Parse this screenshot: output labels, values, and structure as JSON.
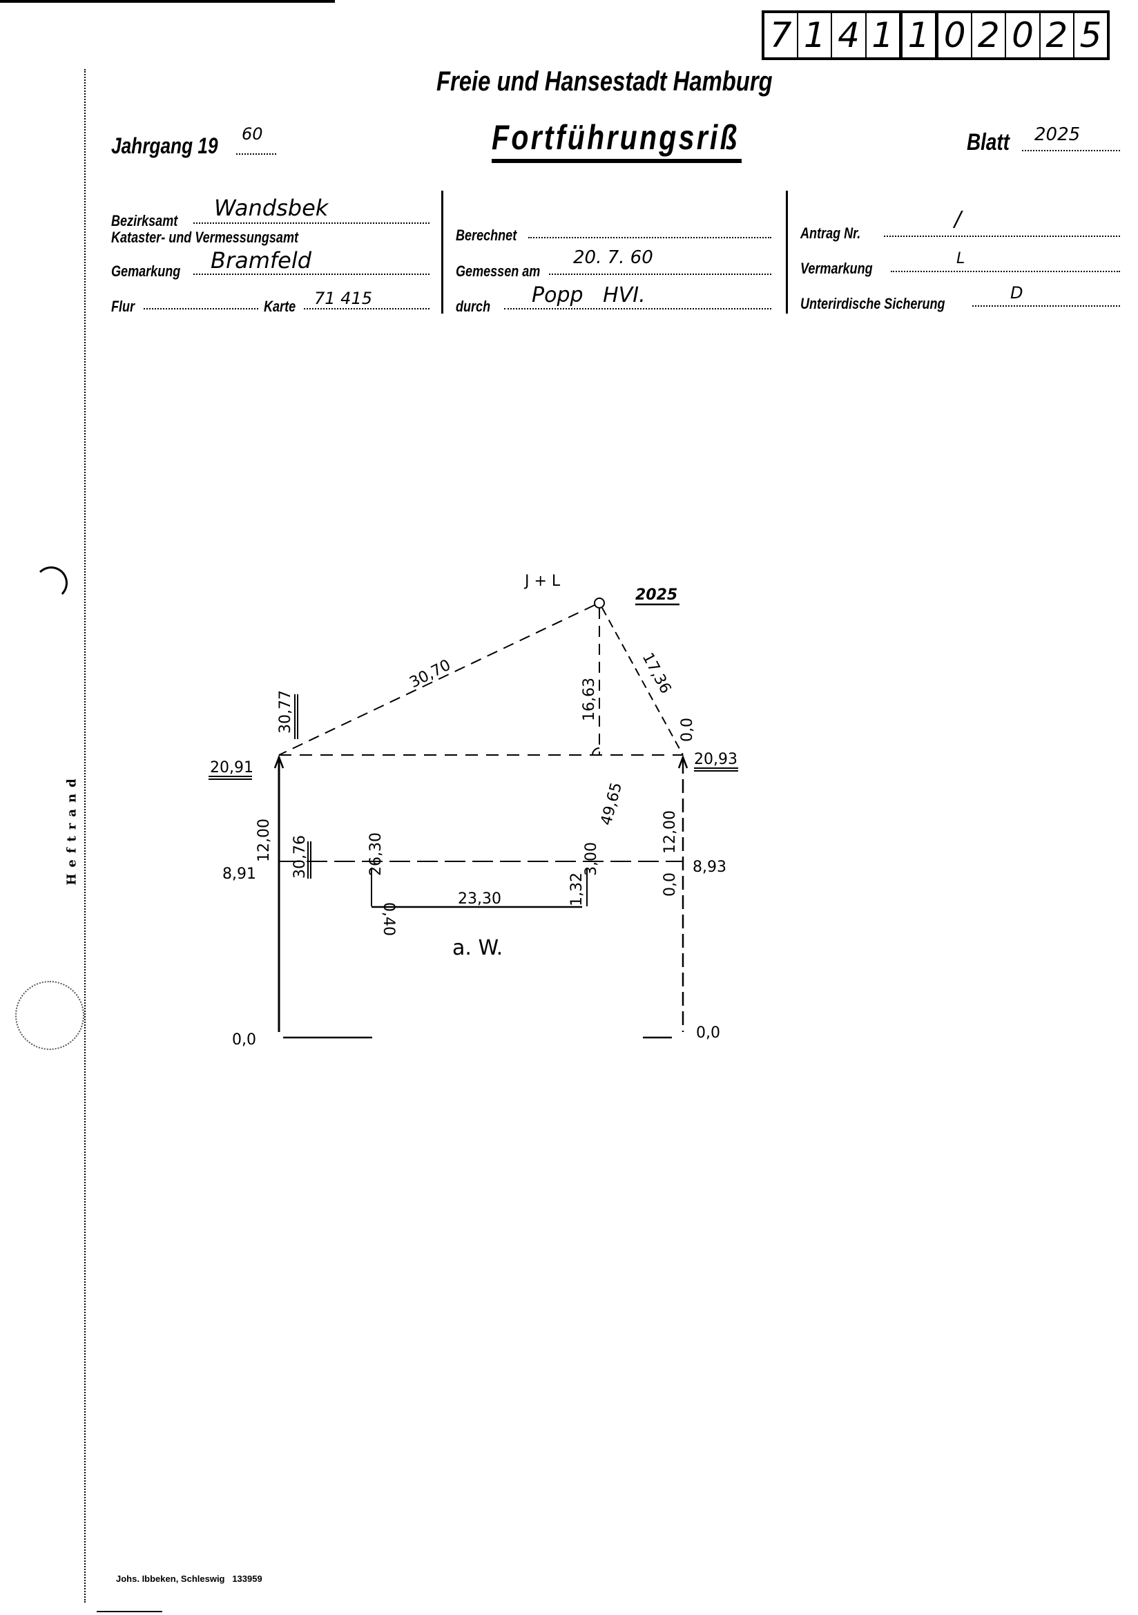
{
  "sheet_number_digits": [
    "7",
    "1",
    "4",
    "1",
    "1",
    "0",
    "2",
    "0",
    "2",
    "5"
  ],
  "header": {
    "authority": "Freie und Hansestadt Hamburg",
    "title": "Fortführungsriß",
    "jahrgang_label": "Jahrgang 19",
    "jahrgang_value": "60",
    "blatt_label": "Blatt",
    "blatt_value": "2025"
  },
  "form": {
    "bezirksamt_label": "Bezirksamt",
    "bezirksamt_value": "Wandsbek",
    "kataster_label": "Kataster- und Vermessungsamt",
    "gemarkung_label": "Gemarkung",
    "gemarkung_value": "Bramfeld",
    "flur_label": "Flur",
    "karte_label": "Karte",
    "karte_value": "71 415",
    "berechnet_label": "Berechnet",
    "gemessen_label": "Gemessen am",
    "gemessen_value": "20. 7. 60",
    "durch_label": "durch",
    "durch_value": "Popp   HVI.",
    "antrag_label": "Antrag Nr.",
    "antrag_value": "/",
    "vermarkung_label": "Vermarkung",
    "vermarkung_value": "L",
    "sicherung_label": "Unterirdische Sicherung",
    "sicherung_value": "D"
  },
  "margin_label": "Heftrand",
  "sketch": {
    "point_label": "J + L",
    "point_number": "2025",
    "m_30_70": "30,70",
    "m_30_77": "30,77",
    "m_16_63": "16,63",
    "m_17_36": "17,36",
    "m_0_0_top": "0,0",
    "m_20_91": "20,91",
    "m_20_93": "20,93",
    "m_49_65": "49,65",
    "m_12_00_left": "12,00",
    "m_30_76": "30,76",
    "m_26_30": "26,30",
    "m_3_00": "3,00",
    "m_12_00_right": "12,00",
    "m_8_91": "8,91",
    "m_8_93": "8,93",
    "m_0_40": "0,40",
    "m_23_30": "23,30",
    "m_1_32": "1,32",
    "m_0_0_mid": "0,0",
    "area_label": "a. W.",
    "m_0_0_bl": "0,0",
    "m_0_0_br": "0,0"
  },
  "footer": "Johs. Ibbeken, Schleswig   133959"
}
